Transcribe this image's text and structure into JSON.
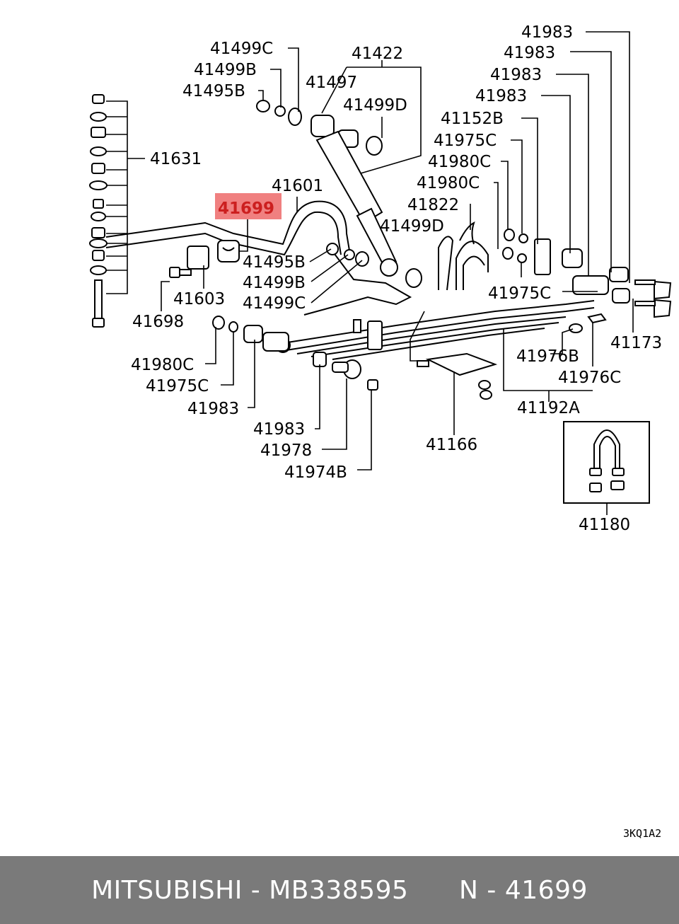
{
  "callouts": {
    "c41499C_top": "41499C",
    "c41499B_top": "41499B",
    "c41495B_top": "41495B",
    "c41422": "41422",
    "c41497": "41497",
    "c41499D_top": "41499D",
    "c41631": "41631",
    "c41601": "41601",
    "c41699": "41699",
    "c41495B_mid": "41495B",
    "c41499B_mid": "41499B",
    "c41499C_mid": "41499C",
    "c41603": "41603",
    "c41698": "41698",
    "c41980C_left": "41980C",
    "c41975C_left": "41975C",
    "c41983_left": "41983",
    "c41983_bot": "41983",
    "c41978": "41978",
    "c41974B": "41974B",
    "c41166": "41166",
    "c41983_r1": "41983",
    "c41983_r2": "41983",
    "c41983_r3": "41983",
    "c41983_r4": "41983",
    "c41152B": "41152B",
    "c41975C_r": "41975C",
    "c41980C_r1": "41980C",
    "c41980C_r2": "41980C",
    "c41822": "41822",
    "c41499D_r": "41499D",
    "c41975C_mid": "41975C",
    "c41976B": "41976B",
    "c41976C": "41976C",
    "c41192A": "41192A",
    "c41173": "41173",
    "c41180": "41180"
  },
  "diagram_code": "3KQ1A2",
  "highlight_color": "#f08080",
  "footer": {
    "text": "MITSUBISHI - MB338595      N - 41699"
  }
}
